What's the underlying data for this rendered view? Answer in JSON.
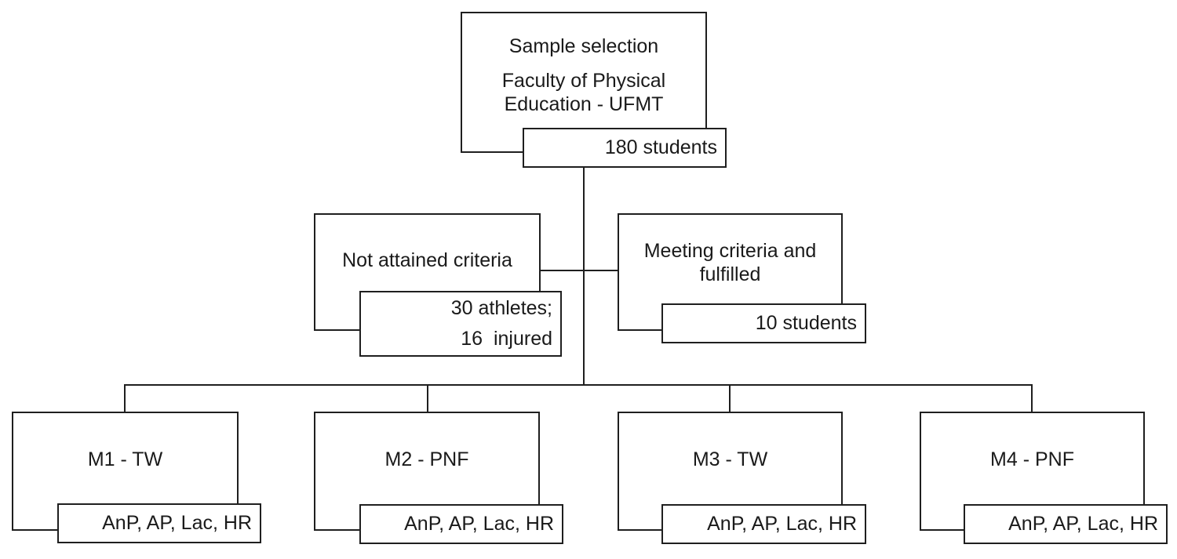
{
  "colors": {
    "background": "#ffffff",
    "line": "#1f1f1f",
    "text": "#1a1a1a"
  },
  "flowchart": {
    "sample": {
      "title": "Sample selection",
      "subtitle": "Faculty of Physical Education - UFMT",
      "count": "180 students"
    },
    "not_attained": {
      "label": "Not attained criteria",
      "count_line1": "30 athletes;",
      "count_line2": "16  injured"
    },
    "meeting": {
      "label": "Meeting criteria and fulfilled",
      "count": "10 students"
    },
    "groups": [
      {
        "label": "M1 - TW",
        "measures": "AnP, AP, Lac, HR"
      },
      {
        "label": "M2 - PNF",
        "measures": "AnP, AP, Lac, HR"
      },
      {
        "label": "M3 - TW",
        "measures": "AnP, AP, Lac, HR"
      },
      {
        "label": "M4 - PNF",
        "measures": "AnP, AP, Lac, HR"
      }
    ]
  }
}
